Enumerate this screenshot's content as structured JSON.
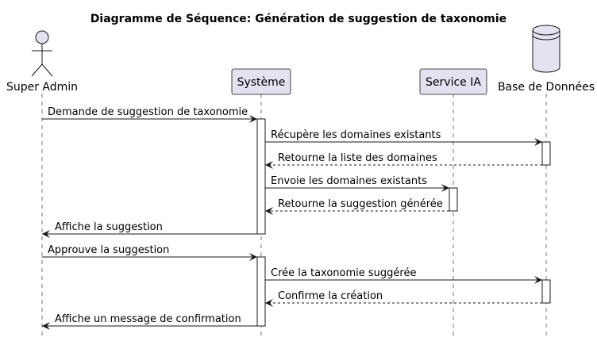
{
  "title": "Diagramme de Séquence: Génération de suggestion de taxonomie",
  "participants": [
    {
      "id": "admin",
      "label": "Super Admin",
      "kind": "actor"
    },
    {
      "id": "sys",
      "label": "Système",
      "kind": "box"
    },
    {
      "id": "ia",
      "label": "Service IA",
      "kind": "box"
    },
    {
      "id": "db",
      "label": "Base de Données",
      "kind": "database"
    }
  ],
  "messages": [
    {
      "from": "admin",
      "to": "sys",
      "label": "Demande de suggestion de taxonomie",
      "style": "solid"
    },
    {
      "from": "sys",
      "to": "db",
      "label": "Récupère les domaines existants",
      "style": "solid"
    },
    {
      "from": "db",
      "to": "sys",
      "label": "Retourne la liste des domaines",
      "style": "dashed"
    },
    {
      "from": "sys",
      "to": "ia",
      "label": "Envoie les domaines existants",
      "style": "solid"
    },
    {
      "from": "ia",
      "to": "sys",
      "label": "Retourne la suggestion générée",
      "style": "dashed"
    },
    {
      "from": "sys",
      "to": "admin",
      "label": "Affiche la suggestion",
      "style": "solid"
    },
    {
      "from": "admin",
      "to": "sys",
      "label": "Approuve la suggestion",
      "style": "solid"
    },
    {
      "from": "sys",
      "to": "db",
      "label": "Crée la taxonomie suggérée",
      "style": "solid"
    },
    {
      "from": "db",
      "to": "sys",
      "label": "Confirme la création",
      "style": "dashed"
    },
    {
      "from": "sys",
      "to": "admin",
      "label": "Affiche un message de confirmation",
      "style": "solid"
    }
  ],
  "activations": [
    {
      "participant": "sys",
      "from_message": 0,
      "to_message": 5
    },
    {
      "participant": "db",
      "from_message": 1,
      "to_message": 2
    },
    {
      "participant": "ia",
      "from_message": 3,
      "to_message": 4
    },
    {
      "participant": "sys",
      "from_message": 6,
      "to_message": 9
    },
    {
      "participant": "db",
      "from_message": 7,
      "to_message": 8
    }
  ],
  "colors": {
    "participant_fill": "#E2E2F0",
    "participant_stroke": "#181818",
    "lifeline": "#181818",
    "arrow": "#181818",
    "text": "#000000",
    "background": "#FFFFFF"
  }
}
